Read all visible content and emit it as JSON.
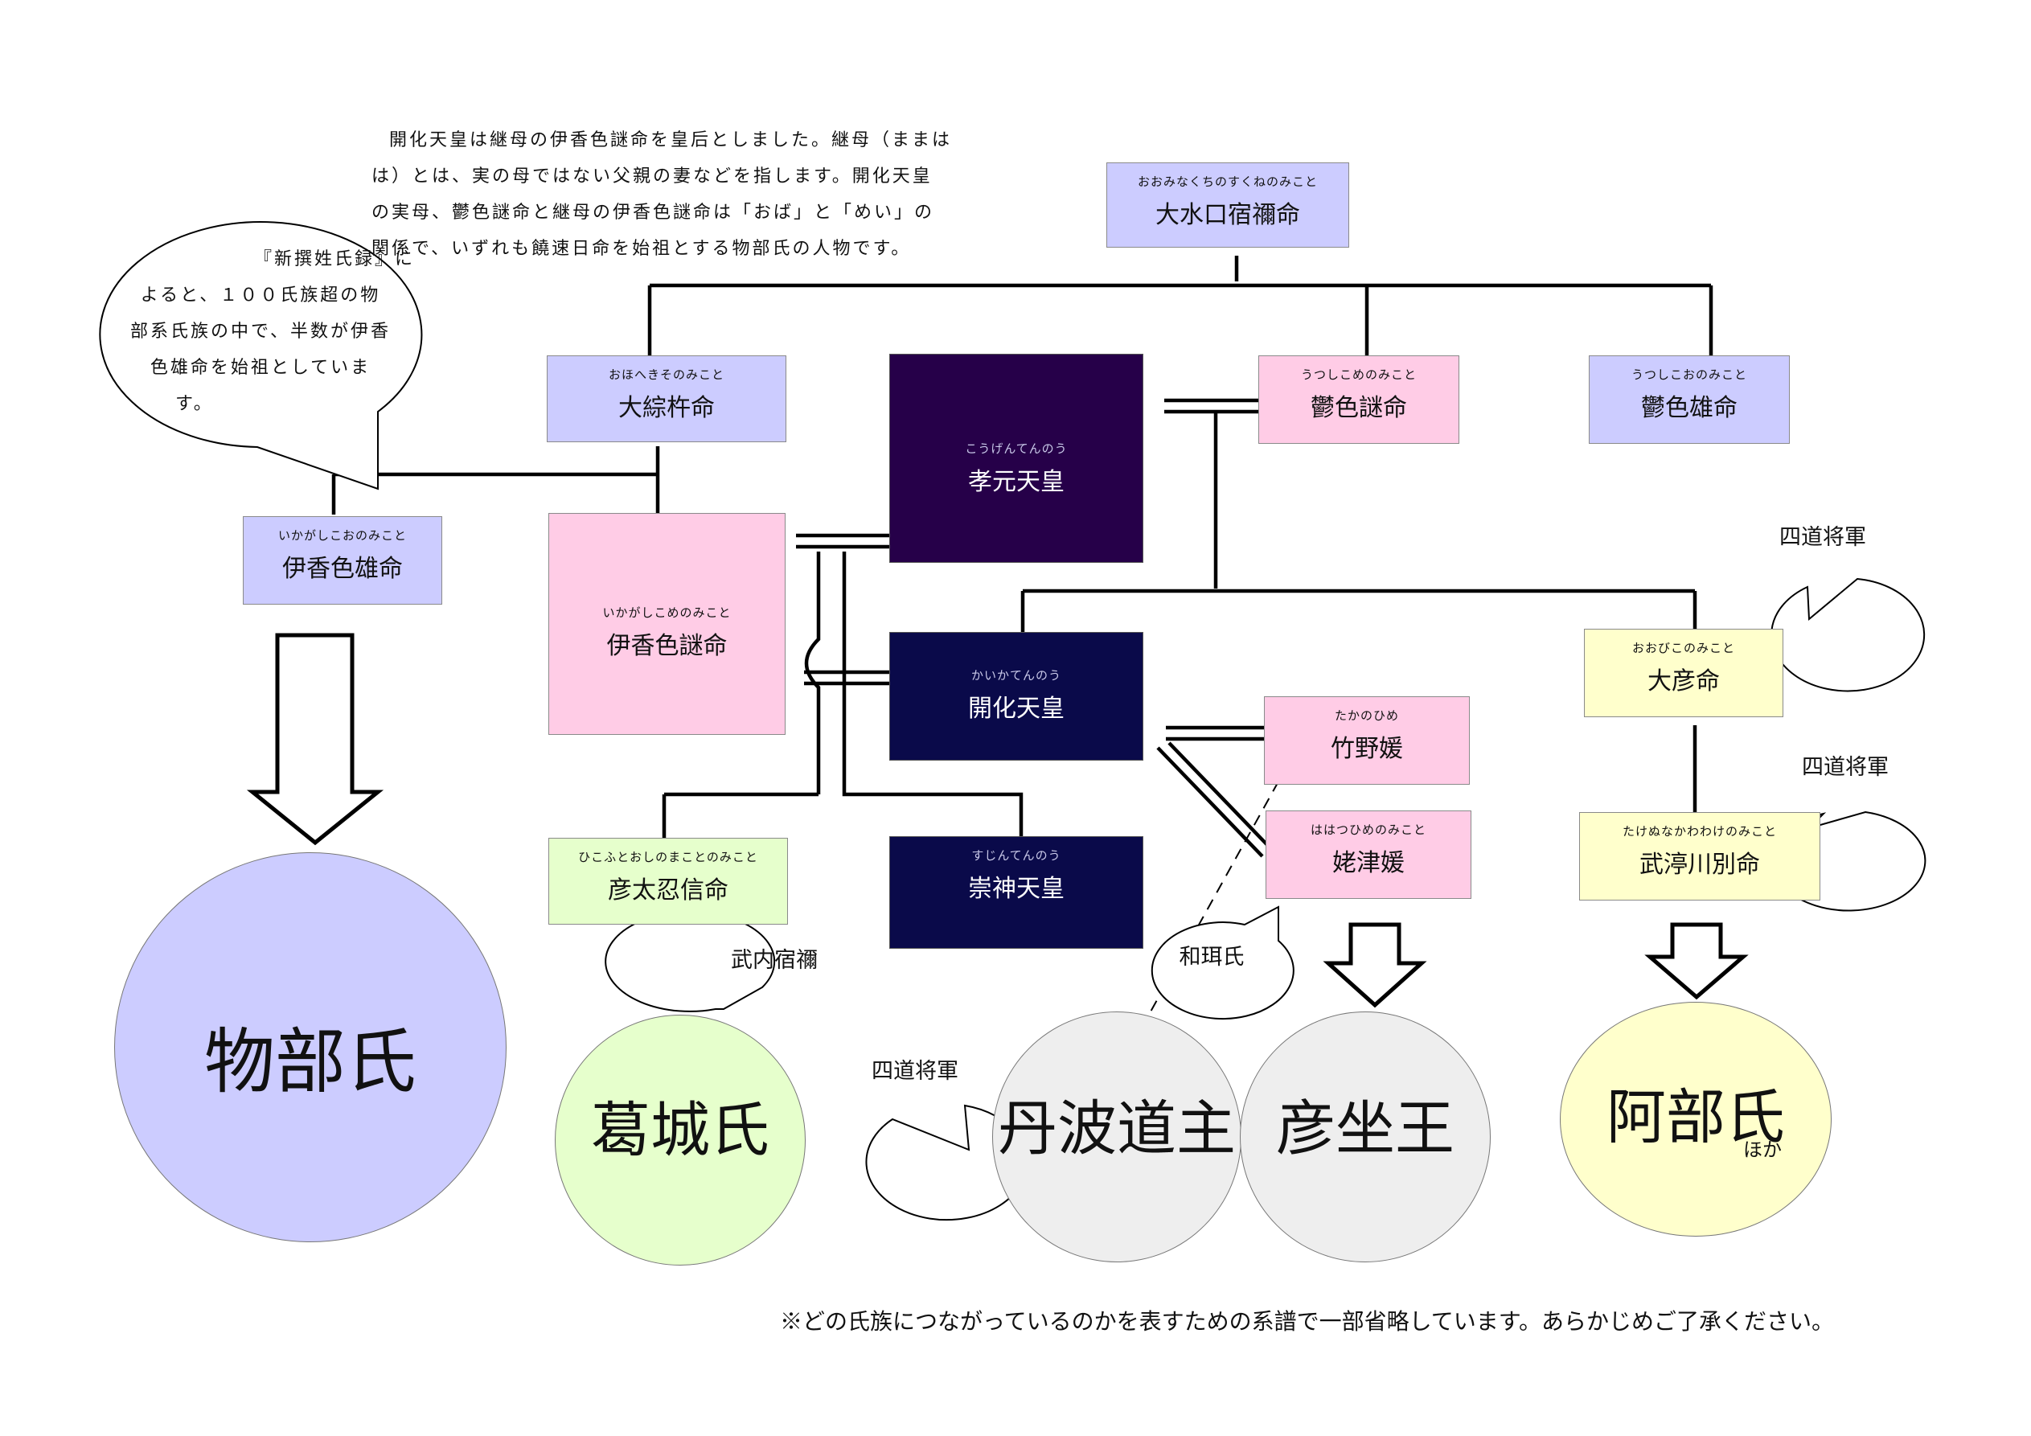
{
  "intro_text": {
    "line1": "開化天皇は継母の伊香色謎命を皇后としました。継母（ままは",
    "line2": "は）とは、実の母ではない父親の妻などを指します。開化天皇",
    "line3": "の実母、鬱色謎命と継母の伊香色謎命は「おば」と「めい」の",
    "line4": "関係で、いずれも饒速日命を始祖とする物部氏の人物です。"
  },
  "speech_bubble_left": {
    "line1": "『新撰姓氏録』に",
    "line2": "よると、１００氏族超の物",
    "line3": "部系氏族の中で、半数が伊香",
    "line4": "色雄命を始祖としていま",
    "line5": "す。"
  },
  "people": {
    "oomina": {
      "furigana": "おおみなくちのすくねのみこと",
      "name": "大水口宿禰命"
    },
    "oheki": {
      "furigana": "おほへきそのみこと",
      "name": "大綜杵命"
    },
    "utsushikome": {
      "furigana": "うつしこめのみこと",
      "name": "鬱色謎命"
    },
    "utsushikoo": {
      "furigana": "うつしこおのみこと",
      "name": "鬱色雄命"
    },
    "kogen": {
      "furigana": "こうげんてんのう",
      "name": "孝元天皇"
    },
    "ikagashikoo": {
      "furigana": "いかがしこおのみこと",
      "name": "伊香色雄命"
    },
    "ikagashikome": {
      "furigana": "いかがしこめのみこと",
      "name": "伊香色謎命"
    },
    "kaika": {
      "furigana": "かいかてんのう",
      "name": "開化天皇"
    },
    "ohiko": {
      "furigana": "おおびこのみこと",
      "name": "大彦命"
    },
    "takano": {
      "furigana": "たかのひめ",
      "name": "竹野媛"
    },
    "hahatsu": {
      "furigana": "ははつひめのみこと",
      "name": "姥津媛"
    },
    "takenuna": {
      "furigana": "たけぬなかわわけのみこと",
      "name": "武渟川別命"
    },
    "hikofuto": {
      "furigana": "ひこふとおしのまことのみこと",
      "name": "彦太忍信命"
    },
    "sujin": {
      "furigana": "すじんてんのう",
      "name": "崇神天皇"
    }
  },
  "clans": {
    "mononobe": "物部氏",
    "katsuragi": "葛城氏",
    "tanba": "丹波道主",
    "hikoimasu": "彦坐王",
    "abe": "阿部氏",
    "abe_note": "ほか"
  },
  "callouts": {
    "shido_1": "四道将軍",
    "shido_2": "四道将軍",
    "shido_3": "四道将軍",
    "takeuchi": "武内宿禰",
    "wani": "和珥氏"
  },
  "footnote": "※どの氏族につながっているのかを表すための系譜で一部省略しています。あらかじめご了承ください。",
  "colors": {
    "lavender": "#ccccff",
    "pink": "#ffcce6",
    "yellow": "#ffffcc",
    "green": "#e6ffcc",
    "emperor_dark_purple": "#260049",
    "emperor_navy": "#0a0a4a",
    "circle_lavender": "#ccccff",
    "circle_green": "#e6ffcc",
    "circle_gray": "#eeeeee",
    "circle_yellow": "#ffffcc"
  }
}
